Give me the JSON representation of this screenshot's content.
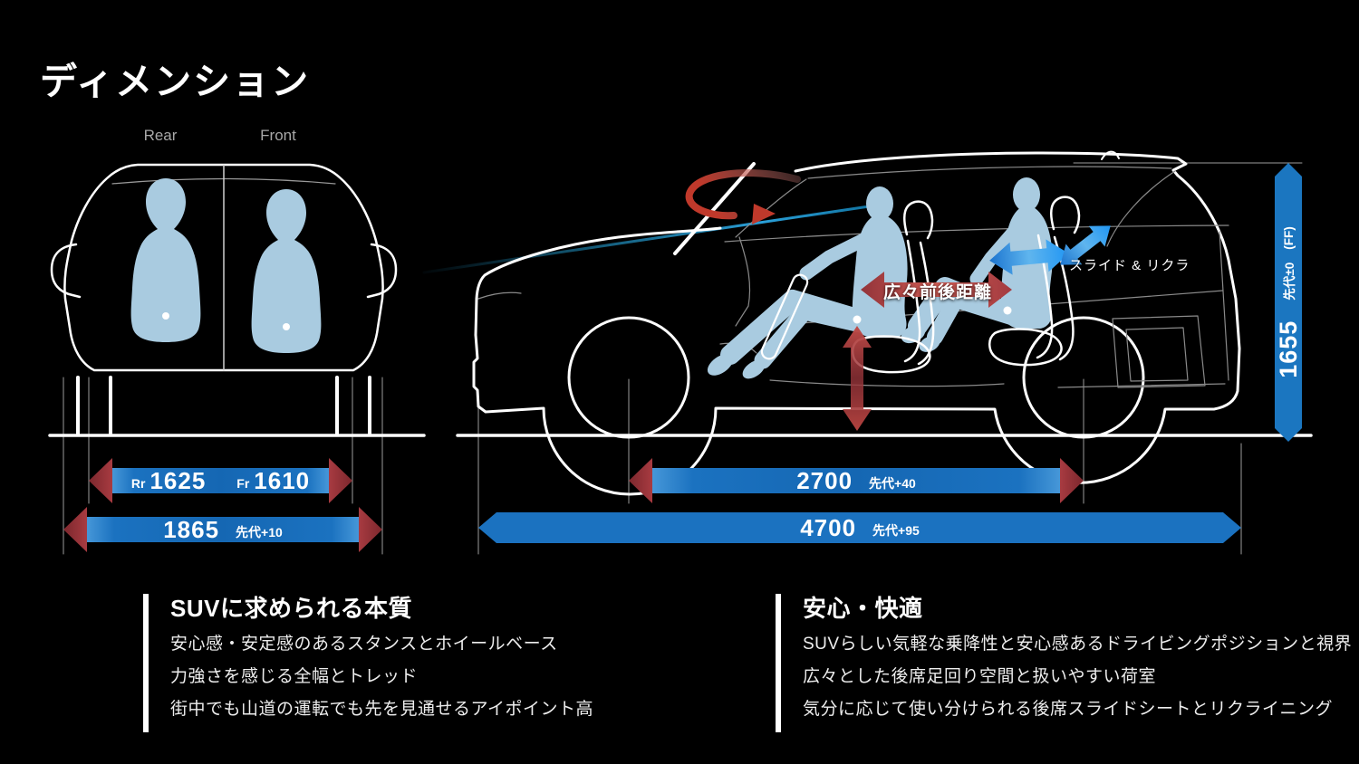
{
  "title": "ディメンション",
  "front_rear_view": {
    "rear_label": "Rear",
    "front_label": "Front",
    "tread": {
      "rr_label": "Rr",
      "rr_value": "1625",
      "fr_label": "Fr",
      "fr_value": "1610"
    },
    "overall_width": {
      "value": "1865",
      "note": "先代+10"
    }
  },
  "side_view": {
    "front_rear_distance_label": "広々前後距離",
    "slide_recline_label": "スライド & リクラ",
    "wheelbase": {
      "value": "2700",
      "note": "先代+40"
    },
    "overall_length": {
      "value": "4700",
      "note": "先代+95"
    },
    "height": {
      "value": "1655",
      "note": "先代±0",
      "drivetrain": "(FF)"
    }
  },
  "sections": {
    "left": {
      "heading": "SUVに求められる本質",
      "items": [
        "安心感・安定感のあるスタンスとホイールベース",
        "力強さを感じる全幅とトレッド",
        "街中でも山道の運転でも先を見通せるアイポイント高"
      ]
    },
    "right": {
      "heading": "安心・快適",
      "items": [
        "SUVらしい気軽な乗降性と安心感あるドライビングポジションと視界",
        "広々とした後席足回り空間と扱いやすい荷室",
        "気分に応じて使い分けられる後席スライドシートとリクライニング"
      ]
    }
  },
  "colors": {
    "background": "#000000",
    "dimension_blue": "#1b72c0",
    "arrow_red": "#a83b41",
    "silhouette_blue": "#a9cbe0",
    "outline_white": "#ffffff"
  }
}
